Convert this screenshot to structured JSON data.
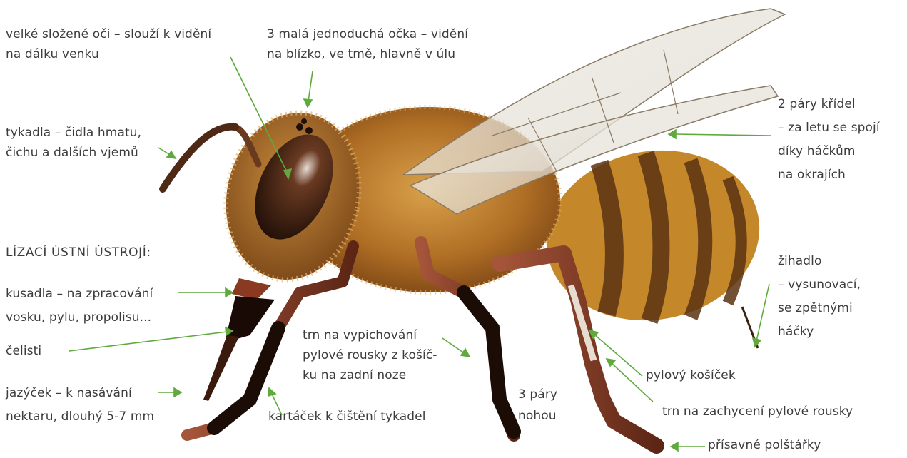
{
  "labels": {
    "compound_eyes": [
      "velké složené oči – slouží k vidění",
      "na dálku venku"
    ],
    "simple_eyes": [
      "3 malá jednoduchá očka – vidění",
      "na blízko, ve tmě, hlavně v úlu"
    ],
    "antennae": [
      "tykadla – čidla hmatu,",
      "čichu a dalších vjemů"
    ],
    "wings": [
      "2 páry křídel",
      "– za letu se spojí",
      "díky háčkům",
      "na okrajích"
    ],
    "mouthparts_heading": "LÍZACÍ ÚSTNÍ ÚSTROJÍ:",
    "mandibles": [
      "kusadla – na zpracování",
      "vosku, pylu, propolisu..."
    ],
    "maxillae": "čelisti",
    "tongue": [
      "jazýček – k nasávání",
      "nektaru, dlouhý 5-7 mm"
    ],
    "stinger": [
      "žihadlo",
      "– vysunovací,",
      "se zpětnými",
      "háčky"
    ],
    "spine": [
      "trn na vypichování",
      "pylové rousky z košíč-",
      "ku na zadní noze"
    ],
    "pollen_basket": "pylový košíček",
    "three_pairs": [
      "3 páry",
      "nohou"
    ],
    "brush": "kartáček k čištění tykadel",
    "pollen_spine": "trn na zachycení pylové rousky",
    "suction_pads": "přísavné polštářky"
  },
  "colors": {
    "arrow": "#5faa3c",
    "text": "#3c3c3c"
  }
}
